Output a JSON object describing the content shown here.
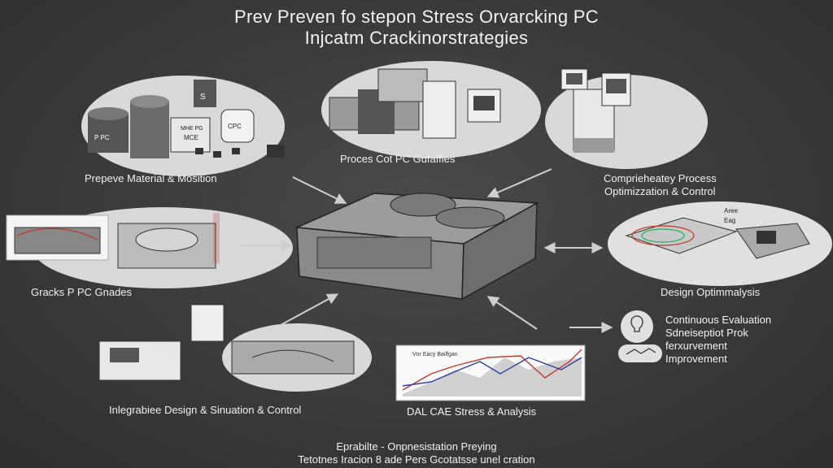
{
  "title": {
    "line1": "Prev Preven fo stepon Stress Orvarcking PC",
    "line2": "Injcatm Crackinorstrategies"
  },
  "nodes": {
    "material": "Prepeve Material & Mosition",
    "process": "Proces Cot PC Gufaffies",
    "optimization_line1": "Comprieheatey Process",
    "optimization_line2": "Optimizzation & Control",
    "grades": "Gracks P PC Gnades",
    "design_opt": "Design Optimmalysis",
    "integrated": "Inlegrabiee Design & Sinuation & Control",
    "cae": "DAL CAE Stress & Analysis"
  },
  "evaluation": {
    "line1": "Continuous Evaluation",
    "line2": "Sdneiseptiot Prok",
    "line3": "ferxurvement",
    "line4": "Improvement"
  },
  "footer": {
    "line1": "Eprabilte - Onpnesistation  Preying",
    "line2": "Tetotnes Iracion 8 ade Pers Gcotatsse unel cration"
  },
  "material_labels": {
    "can_left": "P PC",
    "can_mid": "MHE PG",
    "can_mid2": "MCE",
    "can_right": "CPC",
    "small_can": "S"
  },
  "cae_chart_title": "Vnr Eacy Bailfgan",
  "design_tag_1": "Aree",
  "design_tag_2": "Eag"
}
